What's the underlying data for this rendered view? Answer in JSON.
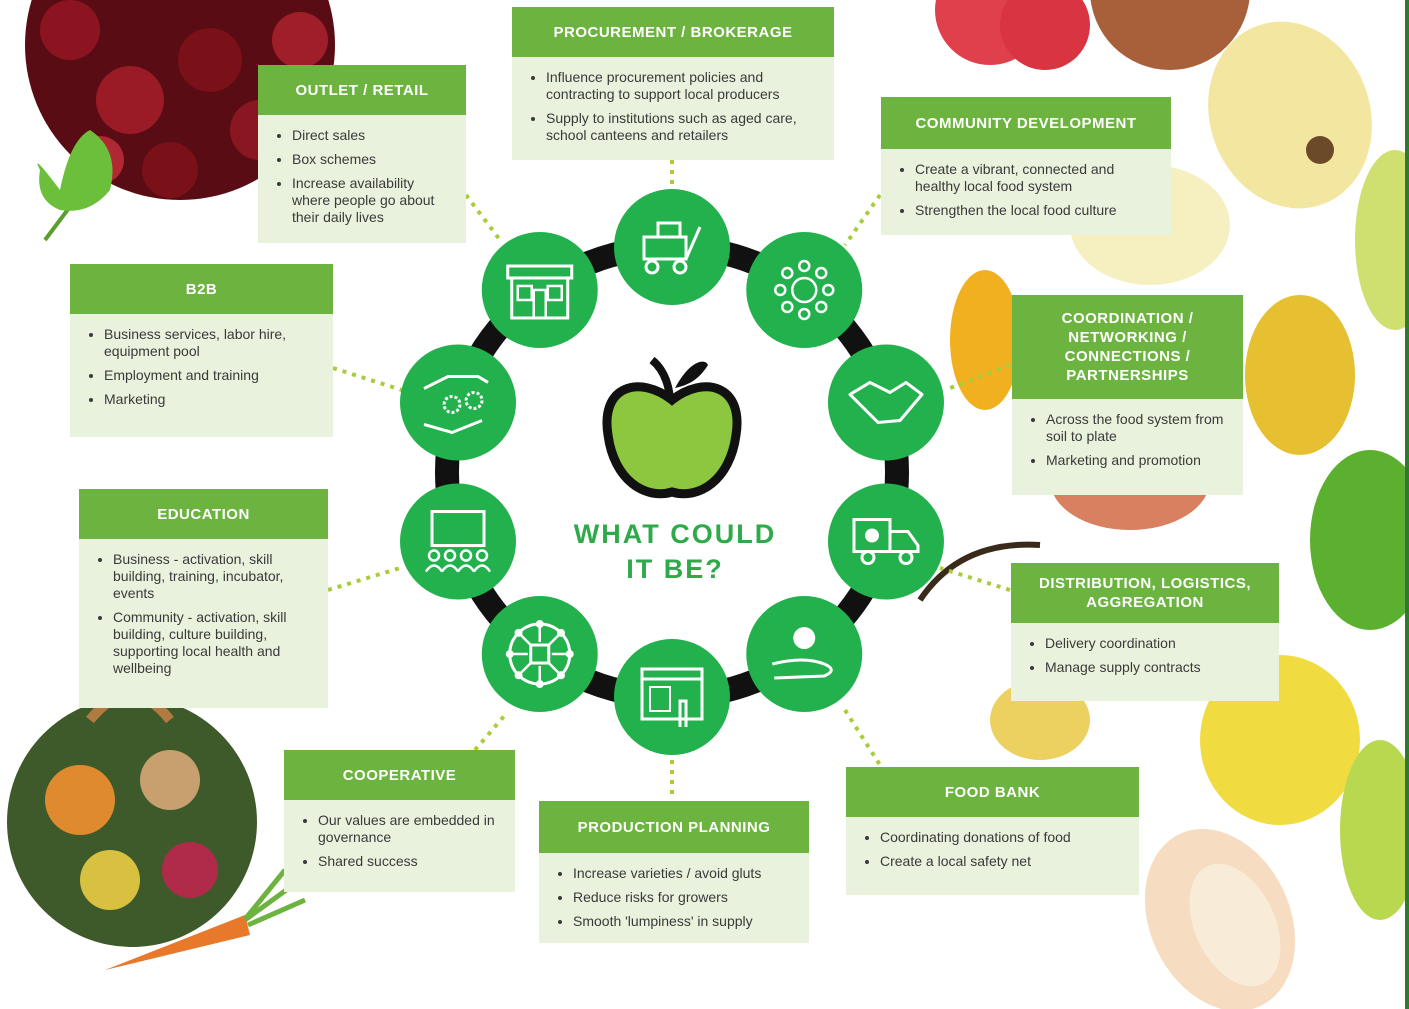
{
  "center": {
    "line1": "WHAT COULD",
    "line2": "IT BE?"
  },
  "colors": {
    "green_header": "#6cb43f",
    "card_bg": "#e8f2dc",
    "icon_green": "#22b14c",
    "ring": "#111111",
    "apple": "#8dc63f"
  },
  "cards": {
    "procurement": {
      "title": "PROCUREMENT / BROKERAGE",
      "items": [
        "Influence procurement policies and contracting to support local producers",
        "Supply to institutions such as aged care, school canteens and retailers"
      ]
    },
    "outlet": {
      "title": "OUTLET / RETAIL",
      "items": [
        "Direct sales",
        "Box schemes",
        "Increase availability where people go about their daily lives"
      ]
    },
    "community": {
      "title": "COMMUNITY DEVELOPMENT",
      "items": [
        "Create a vibrant, connected and healthy local food system",
        "Strengthen the local food culture"
      ]
    },
    "b2b": {
      "title": "B2B",
      "items": [
        "Business services, labor hire, equipment pool",
        "Employment and training",
        "Marketing"
      ]
    },
    "coordination": {
      "title_lines": [
        "COORDINATION /",
        "NETWORKING /",
        "CONNECTIONS /",
        "PARTNERSHIPS"
      ],
      "items": [
        "Across the food system from soil to plate",
        "Marketing and promotion"
      ]
    },
    "education": {
      "title": "EDUCATION",
      "items": [
        "Business - activation, skill building, training, incubator, events",
        "Community - activation, skill building, culture building, supporting local health and wellbeing"
      ]
    },
    "distribution": {
      "title_lines": [
        "DISTRIBUTION, LOGISTICS,",
        "AGGREGATION"
      ],
      "items": [
        "Delivery coordination",
        "Manage supply contracts"
      ]
    },
    "cooperative": {
      "title": "COOPERATIVE",
      "items": [
        "Our values are embedded in governance",
        "Shared success"
      ]
    },
    "production": {
      "title": "PRODUCTION PLANNING",
      "items": [
        "Increase varieties / avoid gluts",
        "Reduce risks for growers",
        "Smooth 'lumpiness' in supply"
      ]
    },
    "foodbank": {
      "title": "FOOD BANK",
      "items": [
        "Coordinating donations of food",
        "Create a local safety net"
      ]
    }
  },
  "icons": [
    "trolley-icon",
    "community-people-icon",
    "handshake-icon",
    "delivery-truck-icon",
    "apple-in-hand-icon",
    "planning-screen-icon",
    "network-wheel-icon",
    "classroom-icon",
    "gears-hands-icon",
    "storefront-icon"
  ]
}
